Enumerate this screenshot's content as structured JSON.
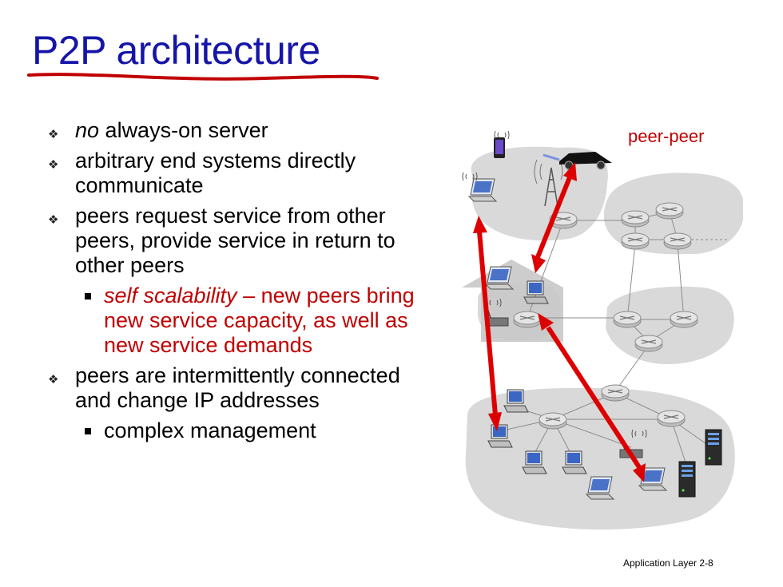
{
  "slide": {
    "title": "P2P architecture",
    "bullets": [
      {
        "em": "no",
        "rest": " always-on server"
      },
      {
        "text": "arbitrary end systems directly communicate"
      },
      {
        "text": "peers request service from other peers, provide service in return to other peers"
      },
      {
        "sub_em": "self scalability",
        "sub_rest": " – new peers bring new service capacity, as well as new service demands"
      },
      {
        "text": "peers are intermittently connected and change IP addresses"
      },
      {
        "sub": "complex management"
      }
    ],
    "diagram_label": "peer-peer",
    "footer": "Application Layer 2-8"
  },
  "colors": {
    "title": "#1515a8",
    "accent_red": "#c00000",
    "cloud": "#d9d9d9"
  },
  "icons": {
    "bullet": "diamond-bullet-icon",
    "sub_bullet": "square-bullet-icon"
  }
}
